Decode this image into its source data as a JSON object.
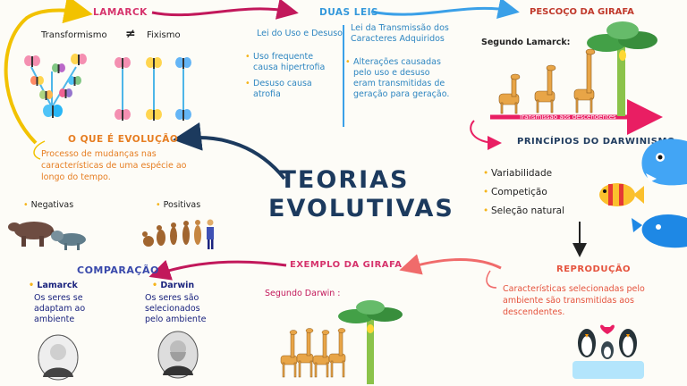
{
  "center_title": {
    "line1": "TEORIAS",
    "line2": "EVOLUTIVAS"
  },
  "lamarck": {
    "title": "LAMARCK",
    "left": "Transformismo",
    "symbol": "≠",
    "right": "Fixismo"
  },
  "duas_leis": {
    "title": "DUAS LEIS",
    "law1_title": "Lei do Uso e Desuso",
    "law1_items": [
      "Uso frequente causa hipertrofia",
      "Desuso causa atrofia"
    ],
    "law2_title": "Lei da Transmissão dos Caracteres Adquiridos",
    "law2_items": [
      "Alterações causadas pelo uso e desuso eram transmitidas de geração para geração."
    ]
  },
  "pescoco": {
    "title": "PESCOÇO DA GIRAFA",
    "subtitle": "Segundo Lamarck:",
    "arrow_label": "Transmissão aos descendentes"
  },
  "evolucao": {
    "title": "O QUE É EVOLUÇÃO",
    "text": "Processo de mudanças nas características de uma espécie ao longo do tempo.",
    "negativas": "Negativas",
    "positivas": "Positivas"
  },
  "darwinismo": {
    "title": "PRINCÍPIOS DO DARWINISMO",
    "items": [
      "Variabilidade",
      "Competição",
      "Seleção natural"
    ]
  },
  "reproducao": {
    "title": "REPRODUÇÃO",
    "text": "Características selecionadas pelo ambiente são transmitidas aos descendentes."
  },
  "exemplo": {
    "title": "EXEMPLO DA GIRAFA",
    "subtitle": "Segundo Darwin :"
  },
  "comparacao": {
    "title": "COMPARAÇÃO",
    "lamarck_name": "Lamarck",
    "lamarck_text": "Os seres se adaptam ao ambiente",
    "darwin_name": "Darwin",
    "darwin_text": "Os seres são selecionados pelo ambiente"
  },
  "colors": {
    "red": "#d6336c",
    "blue": "#3498db",
    "orange": "#e67e22",
    "navy": "#1c3a5e",
    "yellow": "#f5c518"
  }
}
